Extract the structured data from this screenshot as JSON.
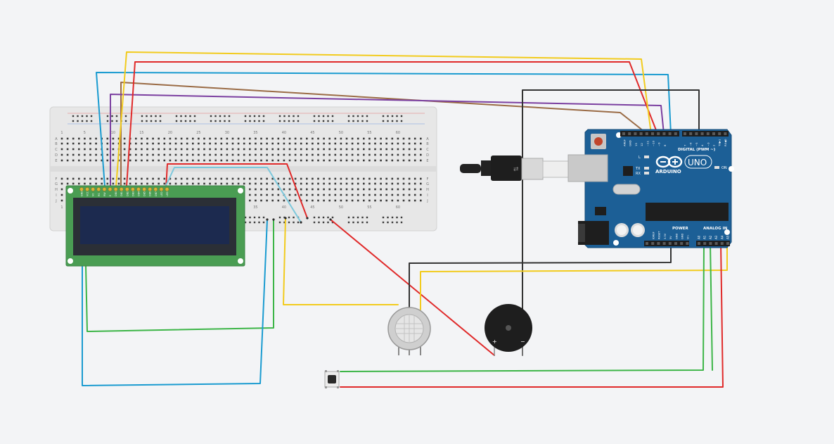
{
  "breadboard": {
    "column_numbers": [
      "1",
      "5",
      "10",
      "15",
      "20",
      "25",
      "30",
      "35",
      "40",
      "45",
      "50",
      "55",
      "60"
    ],
    "row_letters_top": [
      "A",
      "B",
      "C",
      "D",
      "E"
    ],
    "row_letters_bottom": [
      "F",
      "G",
      "H",
      "I",
      "J"
    ]
  },
  "lcd": {
    "pin_labels": [
      "GND",
      "VCC",
      "V0",
      "RS",
      "RW",
      "E",
      "DB0",
      "DB1",
      "DB2",
      "DB3",
      "DB4",
      "DB5",
      "DB6",
      "DB7",
      "LED",
      "LED"
    ]
  },
  "arduino": {
    "brand": "ARDUINO",
    "model": "UNO",
    "digital_label": "DIGITAL (PWM ~)",
    "power_label": "POWER",
    "analog_label": "ANALOG IN",
    "on_label": "ON",
    "l_label": "L",
    "tx_label": "TX",
    "rx_label": "RX",
    "digital_pins": [
      "AREF",
      "GND",
      "13",
      "12",
      "~11",
      "~10",
      "~9",
      "8",
      "7",
      "~6",
      "~5",
      "4",
      "~3",
      "2",
      "TX▶1",
      "RX◀0"
    ],
    "power_pins": [
      "IOREF",
      "RESET",
      "3.3V",
      "5V",
      "GND",
      "GND",
      "Vin"
    ],
    "analog_pins": [
      "A0",
      "A1",
      "A2",
      "A3",
      "A4",
      "A5"
    ]
  },
  "buzzer": {
    "plus": "+",
    "minus": "−"
  },
  "colors": {
    "yellow": "#f2cb1d",
    "red": "#e02a2a",
    "blue": "#1a9bd0",
    "purple": "#7b3fa0",
    "brown": "#9a6b45",
    "black": "#333333",
    "green": "#3cb547",
    "arduino_blue": "#1c5f96",
    "pcb_green": "#4a9d53"
  }
}
